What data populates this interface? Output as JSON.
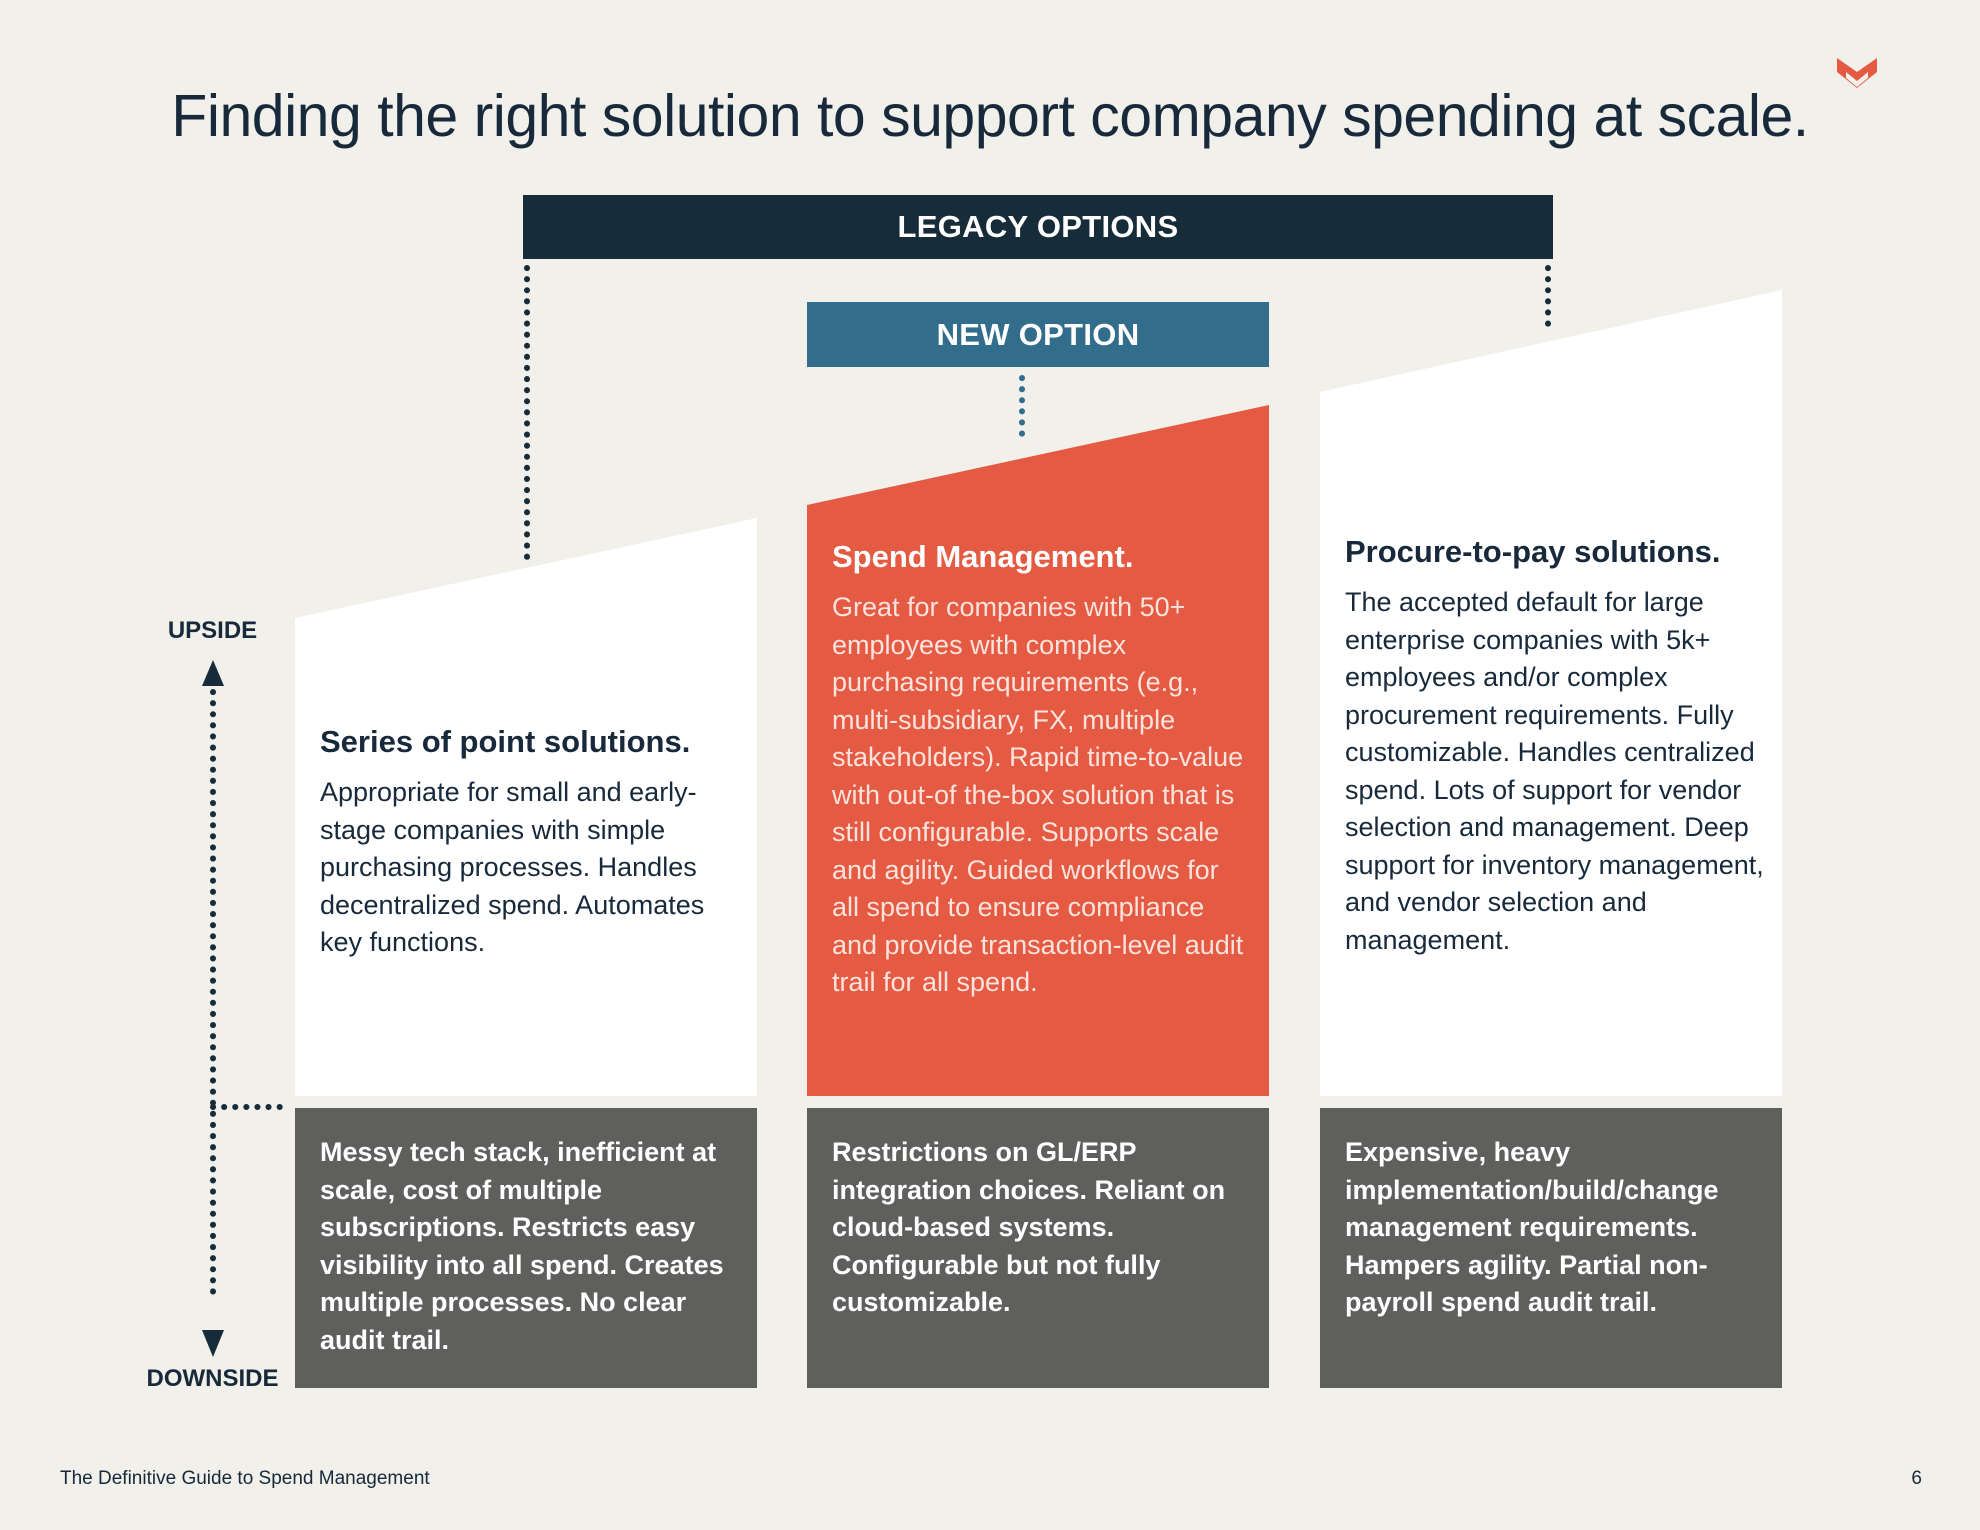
{
  "title": "Finding the right solution to support company spending at scale.",
  "banners": {
    "legacy": "LEGACY OPTIONS",
    "new": "NEW OPTION"
  },
  "axis": {
    "upside": "UPSIDE",
    "downside": "DOWNSIDE"
  },
  "columns": [
    {
      "heading": "Series of point solutions.",
      "upside": "Appropriate for small and early-stage companies with simple purchasing processes. Handles decentralized spend. Automates key functions.",
      "downside": "Messy tech stack, inefficient at scale, cost of multiple subscriptions. Restricts easy visibility into all spend. Creates multiple processes. No clear audit trail."
    },
    {
      "heading": "Spend Management.",
      "upside": "Great for companies with 50+ employees with complex purchasing requirements (e.g., multi-subsidiary, FX, multiple stakeholders). Rapid time-to-value with out-of the-box solution that is still configurable. Supports scale and agility. Guided workflows for all spend to ensure compliance and provide transaction-level audit trail for all spend.",
      "downside": "Restrictions on GL/ERP integration choices. Reliant on cloud-based systems. Configurable but not fully customizable."
    },
    {
      "heading": "Procure-to-pay solutions.",
      "upside": "The accepted default for large enterprise companies with 5k+ employees and/or complex procurement requirements. Fully customizable. Handles centralized spend. Lots of support for vendor selection and management. Deep support for inventory management, and vendor selection and management.",
      "downside": "Expensive, heavy implementation/build/change management requirements. Hampers agility. Partial non-payroll spend audit trail."
    }
  ],
  "footer": {
    "text": "The Definitive Guide to Spend Management",
    "page": "6"
  },
  "colors": {
    "navy": "#162c39",
    "teal": "#336d8c",
    "orange": "#e55a42",
    "gray": "#5f5f5d",
    "background": "#f1f0eb",
    "white": "#ffffff"
  },
  "icons": {
    "logo": "chevron-shield-logo-icon",
    "up": "arrow-up-icon",
    "down": "arrow-down-icon"
  }
}
